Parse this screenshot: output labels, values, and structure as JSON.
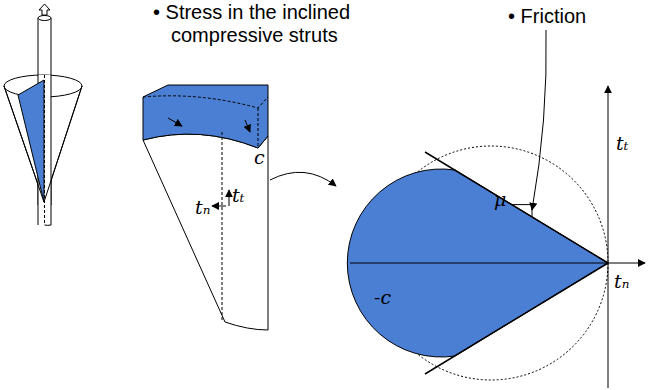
{
  "diagram": {
    "labels": [
      "• Stress in the inclined compressive struts",
      "• Friction",
      "c",
      "tₙ",
      "tₜ",
      "μ",
      "-c",
      "tₜ",
      "tₙ"
    ]
  }
}
